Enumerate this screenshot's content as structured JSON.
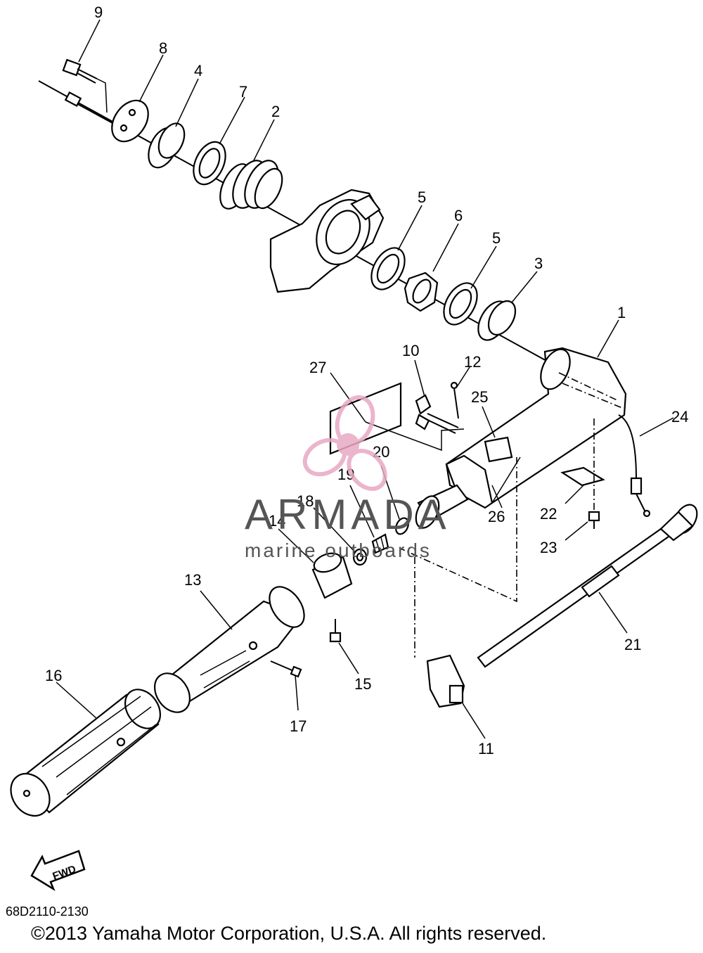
{
  "callouts": [
    "1",
    "2",
    "3",
    "4",
    "5",
    "5",
    "6",
    "7",
    "8",
    "9",
    "10",
    "11",
    "12",
    "13",
    "14",
    "15",
    "16",
    "17",
    "18",
    "19",
    "20",
    "21",
    "22",
    "23",
    "24",
    "25",
    "26",
    "27"
  ],
  "watermark": {
    "brand": "ARMADA",
    "tagline": "marine outboards",
    "accent": "#e8a9c4",
    "text_color": "#555555"
  },
  "fwd_label": "FWD",
  "diagram_code": "68D2110-2130",
  "copyright": "©2013 Yamaha Motor Corporation, U.S.A. All rights reserved."
}
